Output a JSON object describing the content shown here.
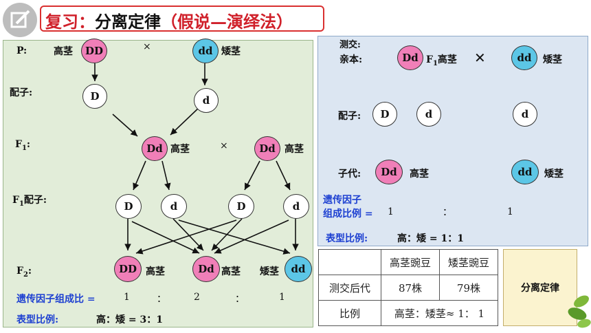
{
  "title": {
    "prefix": "复习：",
    "main": "分离定律",
    "suffix": "（假说—演绎法）"
  },
  "left": {
    "p_label": "P:",
    "tall": "高茎",
    "dwarf": "矮茎",
    "parents": [
      "DD",
      "dd"
    ],
    "cross": "×",
    "gamete_label": "配子:",
    "gametes": [
      "D",
      "d"
    ],
    "f1_label": "F",
    "f1_sub": "1",
    "f1_colon": ":",
    "f1": [
      "Dd",
      "Dd"
    ],
    "f1_cross": "×",
    "f1_gamete_label_a": "F",
    "f1_gamete_label_sub": "1",
    "f1_gamete_label_b": "配子:",
    "f1_gametes": [
      "D",
      "d",
      "D",
      "d"
    ],
    "f2_label": "F",
    "f2_sub": "2",
    "f2_colon": ":",
    "f2": [
      "DD",
      "Dd",
      "dd"
    ],
    "ratio_label": "遗传因子组成比 =",
    "ratio_values": [
      "1",
      "：",
      "2",
      "：",
      "1"
    ],
    "pheno_label": "表型比例:",
    "pheno_value": "高：矮 = 3：1"
  },
  "right": {
    "test_label": "测交:",
    "parent_label": "亲本:",
    "parent1": "Dd",
    "f1_text": "F",
    "f1_sub": "1",
    "f1_tall": "高茎",
    "cross": "✕",
    "parent2": "dd",
    "dwarf": "矮茎",
    "gamete_label": "配子:",
    "gametes": [
      "D",
      "d",
      "d"
    ],
    "offspring_label": "子代:",
    "offspring": [
      "Dd",
      "dd"
    ],
    "tall": "高茎",
    "ratio_label_1": "遗传因子",
    "ratio_label_2": "组成比例 =",
    "ratio_values": [
      "1",
      "：",
      "1"
    ],
    "pheno_label": "表型比例:",
    "pheno_value": "高：矮 = 1：1"
  },
  "table": {
    "headers": [
      "",
      "高茎豌豆",
      "矮茎豌豆"
    ],
    "row1": [
      "测交后代",
      "87株",
      "79株"
    ],
    "row2_label": "比例",
    "row2_value": "高茎：矮茎≈ 1： 1"
  },
  "side_box": "分离定律"
}
